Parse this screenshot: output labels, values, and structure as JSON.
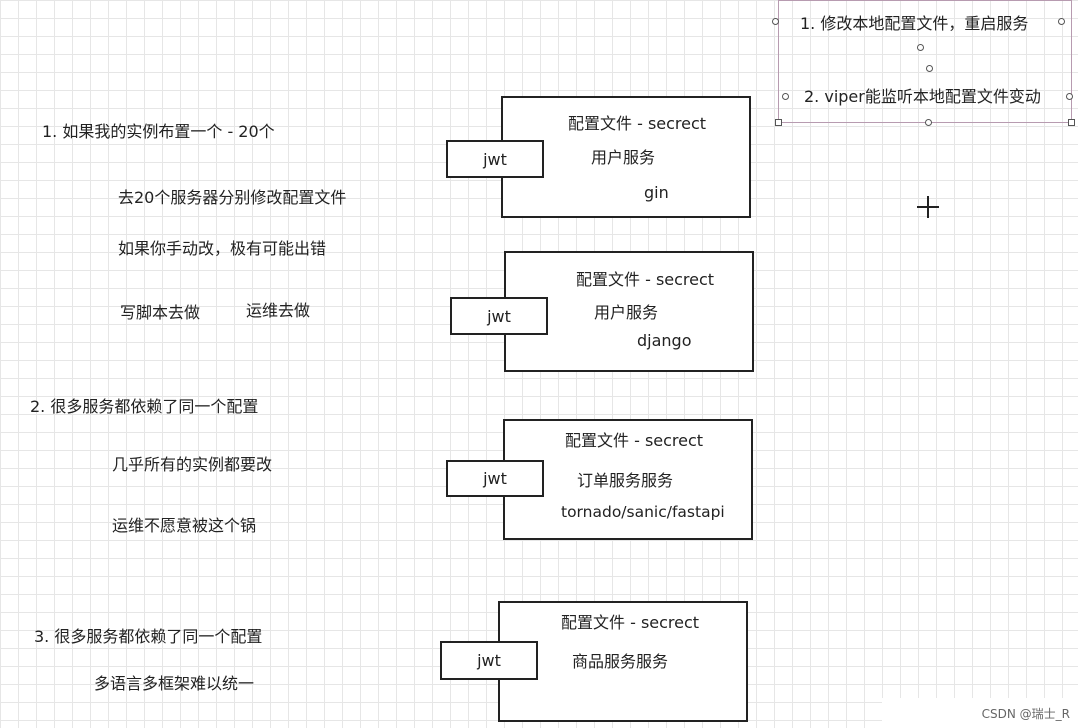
{
  "left_notes": {
    "n1": "1. 如果我的实例布置一个 - 20个",
    "n1a": "去20个服务器分别修改配置文件",
    "n1b": "如果你手动改，极有可能出错",
    "n1c": "写脚本去做",
    "n1d": "运维去做",
    "n2": "2. 很多服务都依赖了同一个配置",
    "n2a": "几乎所有的实例都要改",
    "n2b": "运维不愿意被这个锅",
    "n3": "3. 很多服务都依赖了同一个配置",
    "n3a": "多语言多框架难以统一"
  },
  "services": [
    {
      "config": "配置文件 - secrect",
      "jwt": "jwt",
      "service": "用户服务",
      "framework": "gin"
    },
    {
      "config": "配置文件 - secrect",
      "jwt": "jwt",
      "service": "用户服务",
      "framework": "django"
    },
    {
      "config": "配置文件 - secrect",
      "jwt": "jwt",
      "service": "订单服务服务",
      "framework": "tornado/sanic/fastapi"
    },
    {
      "config": "配置文件 - secrect",
      "jwt": "jwt",
      "service": "商品服务服务"
    }
  ],
  "selected_note": {
    "line1": "1. 修改本地配置文件，重启服务",
    "line2": "2. viper能监听本地配置文件变动"
  },
  "watermark": "CSDN @瑞士_R"
}
